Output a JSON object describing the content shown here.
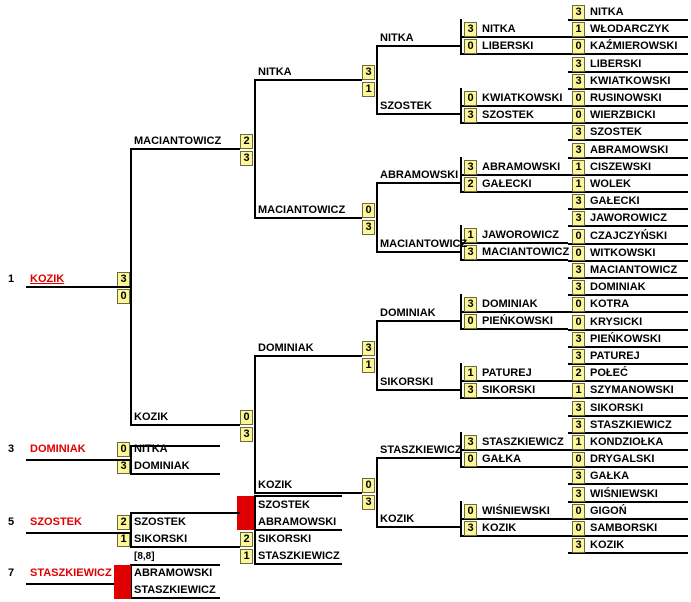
{
  "round0": [
    {
      "name": "NITKA",
      "score": "3"
    },
    {
      "name": "WŁODARCZYK",
      "score": "1"
    },
    {
      "name": "KAŹMIEROWSKI",
      "score": "0"
    },
    {
      "name": "LIBERSKI",
      "score": "3"
    },
    {
      "name": "KWIATKOWSKI",
      "score": "3"
    },
    {
      "name": "RUSINOWSKI",
      "score": "0"
    },
    {
      "name": "WIERZBICKI",
      "score": "0"
    },
    {
      "name": "SZOSTEK",
      "score": "3"
    },
    {
      "name": "ABRAMOWSKI",
      "score": "3"
    },
    {
      "name": "CISZEWSKI",
      "score": "1"
    },
    {
      "name": "WOLEK",
      "score": "1"
    },
    {
      "name": "GAŁECKI",
      "score": "3"
    },
    {
      "name": "JAWOROWICZ",
      "score": "3"
    },
    {
      "name": "CZAJCZYŃSKI",
      "score": "0"
    },
    {
      "name": "WITKOWSKI",
      "score": "0"
    },
    {
      "name": "MACIANTOWICZ",
      "score": "3"
    },
    {
      "name": "DOMINIAK",
      "score": "3"
    },
    {
      "name": "KOTRA",
      "score": "0"
    },
    {
      "name": "KRYSICKI",
      "score": "0"
    },
    {
      "name": "PIEŃKOWSKI",
      "score": "3"
    },
    {
      "name": "PATUREJ",
      "score": "3"
    },
    {
      "name": "POŁEĆ",
      "score": "2"
    },
    {
      "name": "SZYMANOWSKI",
      "score": "1"
    },
    {
      "name": "SIKORSKI",
      "score": "3"
    },
    {
      "name": "STASZKIEWICZ",
      "score": "3"
    },
    {
      "name": "KONDZIOŁKA",
      "score": "1"
    },
    {
      "name": "DRYGALSKI",
      "score": "0"
    },
    {
      "name": "GAŁKA",
      "score": "3"
    },
    {
      "name": "WIŚNIEWSKI",
      "score": "3"
    },
    {
      "name": "GIGOŃ",
      "score": "0"
    },
    {
      "name": "SAMBORSKI",
      "score": "0"
    },
    {
      "name": "KOZIK",
      "score": "3"
    }
  ],
  "round1": [
    {
      "name": "NITKA",
      "score": "3"
    },
    {
      "name": "LIBERSKI",
      "score": "0"
    },
    {
      "name": "KWIATKOWSKI",
      "score": "0"
    },
    {
      "name": "SZOSTEK",
      "score": "3"
    },
    {
      "name": "ABRAMOWSKI",
      "score": "3"
    },
    {
      "name": "GAŁECKI",
      "score": "2"
    },
    {
      "name": "JAWOROWICZ",
      "score": "1"
    },
    {
      "name": "MACIANTOWICZ",
      "score": "3"
    },
    {
      "name": "DOMINIAK",
      "score": "3"
    },
    {
      "name": "PIEŃKOWSKI",
      "score": "0"
    },
    {
      "name": "PATUREJ",
      "score": "1"
    },
    {
      "name": "SIKORSKI",
      "score": "3"
    },
    {
      "name": "STASZKIEWICZ",
      "score": "3"
    },
    {
      "name": "GAŁKA",
      "score": "0"
    },
    {
      "name": "WIŚNIEWSKI",
      "score": "0"
    },
    {
      "name": "KOZIK",
      "score": "3"
    }
  ],
  "round2": [
    {
      "name": "NITKA",
      "score": "3"
    },
    {
      "name": "SZOSTEK",
      "score": "1"
    },
    {
      "name": "ABRAMOWSKI",
      "score": "0"
    },
    {
      "name": "MACIANTOWICZ",
      "score": "3"
    },
    {
      "name": "DOMINIAK",
      "score": "3"
    },
    {
      "name": "SIKORSKI",
      "score": "1"
    },
    {
      "name": "STASZKIEWICZ",
      "score": "0"
    },
    {
      "name": "KOZIK",
      "score": "3"
    }
  ],
  "round3": [
    {
      "name": "NITKA",
      "score": "2"
    },
    {
      "name": "MACIANTOWICZ",
      "score": "3"
    },
    {
      "name": "DOMINIAK",
      "score": "0"
    },
    {
      "name": "KOZIK",
      "score": "3"
    }
  ],
  "round4": [
    {
      "name": "MACIANTOWICZ",
      "score": "3"
    },
    {
      "name": "KOZIK",
      "score": "0"
    }
  ],
  "place1": {
    "num": "1",
    "name": "KOZIK"
  },
  "place3": {
    "num": "3",
    "name": "DOMINIAK",
    "pair": [
      {
        "name": "NITKA",
        "score": "0"
      },
      {
        "name": "DOMINIAK",
        "score": "3"
      }
    ]
  },
  "place5semi": [
    {
      "name": "SZOSTEK"
    },
    {
      "name": "ABRAMOWSKI"
    },
    {
      "name": "SIKORSKI",
      "score": "2"
    },
    {
      "name": "STASZKIEWICZ",
      "score": "1"
    }
  ],
  "place5": {
    "num": "5",
    "name": "SZOSTEK",
    "pair": [
      {
        "name": "SZOSTEK",
        "score": "2"
      },
      {
        "name": "SIKORSKI",
        "score": "1"
      }
    ]
  },
  "place7": {
    "num": "7",
    "name": "STASZKIEWICZ",
    "note": "[8,8]",
    "pair": [
      {
        "name": "ABRAMOWSKI"
      },
      {
        "name": "STASZKIEWICZ"
      }
    ]
  },
  "colors": {
    "score_fill": "#fdf79a",
    "highlight": "#e00000",
    "line": "#000000"
  }
}
